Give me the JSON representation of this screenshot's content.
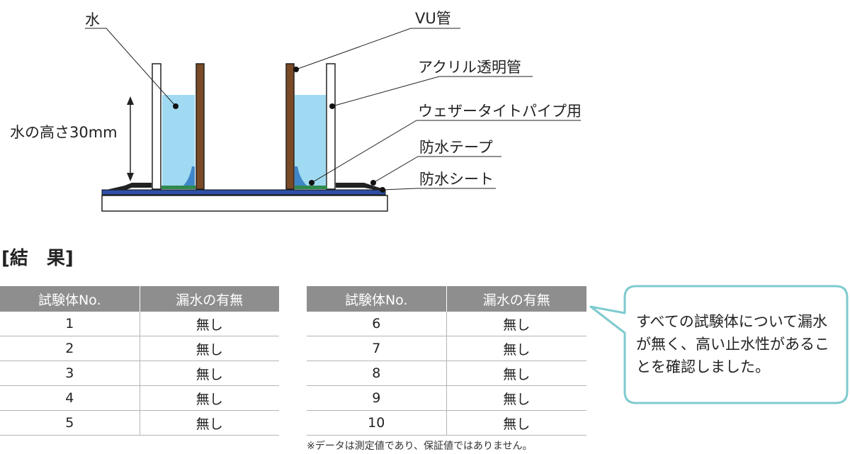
{
  "diagram": {
    "labels": {
      "water": "水",
      "water_height": "水の高さ30mm",
      "vu_pipe": "VU管",
      "acrylic_pipe": "アクリル透明管",
      "weather_tight": "ウェザータイトパイプ用",
      "waterproof_tape": "防水テープ",
      "waterproof_sheet": "防水シート"
    },
    "colors": {
      "water": "#8fd3f0",
      "vu_pipe": "#7a4a26",
      "tape": "#2f8a4e",
      "sheet": "#2e4fa3",
      "sealant": "#3f86c8"
    }
  },
  "results": {
    "title": "[結　果]",
    "columns": [
      "試験体No.",
      "漏水の有無"
    ],
    "left_rows": [
      {
        "no": "1",
        "leak": "無し"
      },
      {
        "no": "2",
        "leak": "無し"
      },
      {
        "no": "3",
        "leak": "無し"
      },
      {
        "no": "4",
        "leak": "無し"
      },
      {
        "no": "5",
        "leak": "無し"
      }
    ],
    "right_rows": [
      {
        "no": "6",
        "leak": "無し"
      },
      {
        "no": "7",
        "leak": "無し"
      },
      {
        "no": "8",
        "leak": "無し"
      },
      {
        "no": "9",
        "leak": "無し"
      },
      {
        "no": "10",
        "leak": "無し"
      }
    ],
    "footnote": "※データは測定値であり、保証値ではありません。",
    "header_color": "#8e8e8e"
  },
  "callout": {
    "text": "すべての試験体について漏水が無く、高い止水性があることを確認しました。",
    "border_color": "#7ecbcf"
  }
}
